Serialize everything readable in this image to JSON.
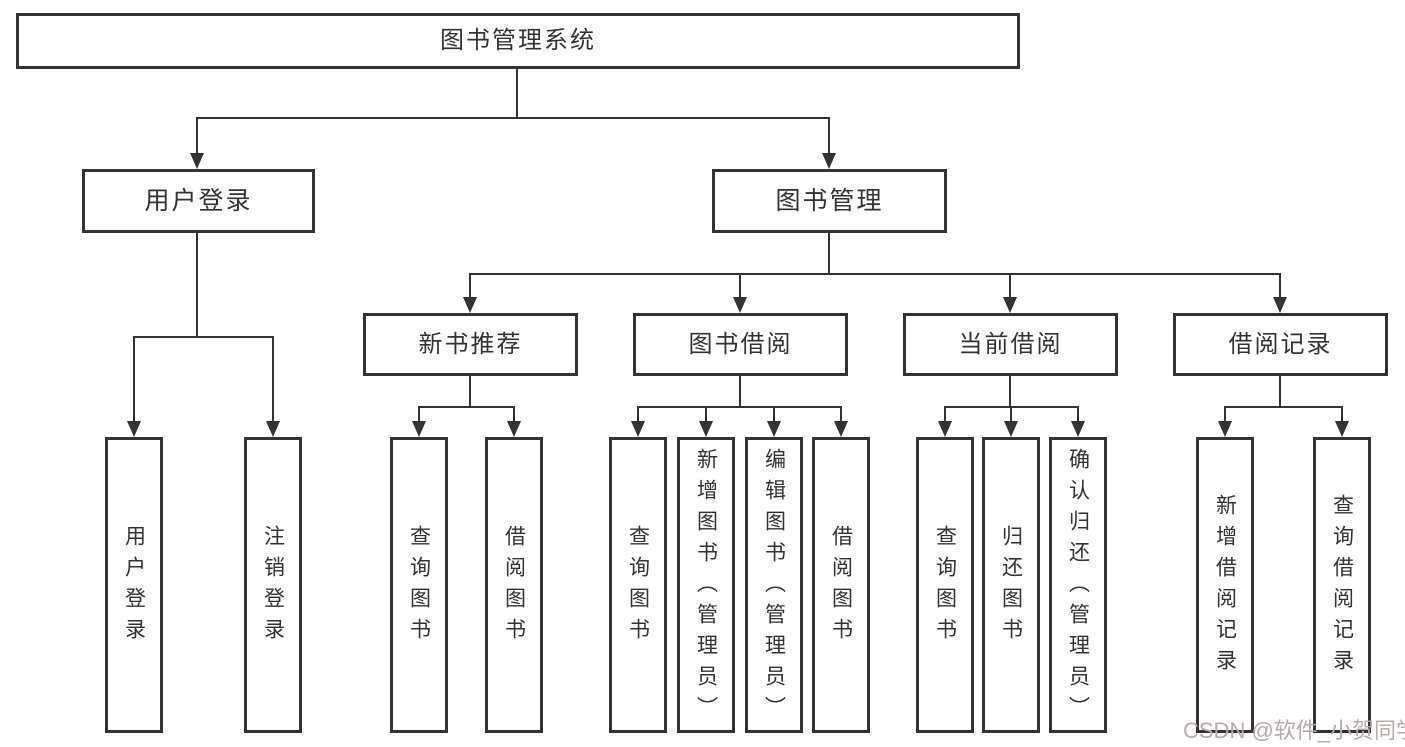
{
  "diagram": {
    "root": {
      "label": "图书管理系统"
    },
    "level2": [
      {
        "id": "user-login",
        "label": "用户登录"
      },
      {
        "id": "book-management",
        "label": "图书管理"
      }
    ],
    "level3": [
      {
        "id": "new-book-recommend",
        "label": "新书推荐",
        "parent": "图书管理"
      },
      {
        "id": "book-borrowing",
        "label": "图书借阅",
        "parent": "图书管理"
      },
      {
        "id": "current-borrowing",
        "label": "当前借阅",
        "parent": "图书管理"
      },
      {
        "id": "borrowing-records",
        "label": "借阅记录",
        "parent": "图书管理"
      }
    ],
    "leaves": [
      {
        "id": "leaf-user-login",
        "label": "用户登录",
        "parent": "用户登录"
      },
      {
        "id": "leaf-logout",
        "label": "注销登录",
        "parent": "用户登录"
      },
      {
        "id": "leaf-query-books-1",
        "label": "查询图书",
        "parent": "新书推荐"
      },
      {
        "id": "leaf-borrow-books-1",
        "label": "借阅图书",
        "parent": "新书推荐"
      },
      {
        "id": "leaf-query-books-2",
        "label": "查询图书",
        "parent": "图书借阅"
      },
      {
        "id": "leaf-add-books-admin",
        "label": "新增图书（管理员）",
        "parent": "图书借阅"
      },
      {
        "id": "leaf-edit-books-admin",
        "label": "编辑图书（管理员）",
        "parent": "图书借阅"
      },
      {
        "id": "leaf-borrow-books-2",
        "label": "借阅图书",
        "parent": "图书借阅"
      },
      {
        "id": "leaf-query-books-3",
        "label": "查询图书",
        "parent": "当前借阅"
      },
      {
        "id": "leaf-return-books",
        "label": "归还图书",
        "parent": "当前借阅"
      },
      {
        "id": "leaf-confirm-return-admin",
        "label": "确认归还（管理员）",
        "parent": "当前借阅"
      },
      {
        "id": "leaf-add-borrow-record",
        "label": "新增借阅记录",
        "parent": "借阅记录"
      },
      {
        "id": "leaf-query-borrow-record",
        "label": "查询借阅记录",
        "parent": "借阅记录"
      }
    ]
  },
  "watermark": {
    "text": "CSDN @软件_小贺同学"
  },
  "colors": {
    "line": "#333333",
    "text": "#333333",
    "background": "#ffffff",
    "watermark": "#b7abab"
  }
}
